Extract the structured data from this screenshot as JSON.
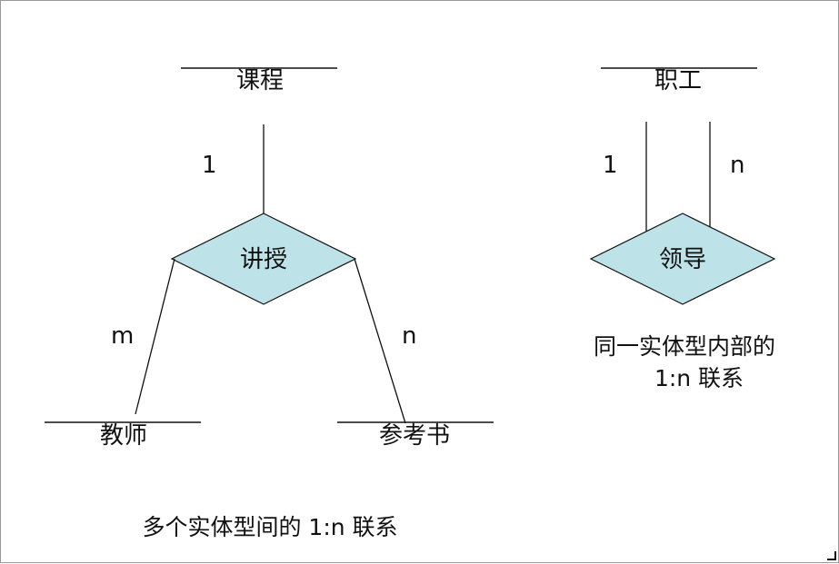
{
  "left_diagram": {
    "entity_top": "课程",
    "relationship": "讲授",
    "entity_left": "教师",
    "entity_right": "参考书",
    "card_top": "1",
    "card_left": "m",
    "card_right": "n",
    "caption": "多个实体型间的 1:n 联系"
  },
  "right_diagram": {
    "entity": "职工",
    "relationship": "领导",
    "card_left": "1",
    "card_right": "n",
    "caption_line1": "同一实体型内部的",
    "caption_line2": "1:n 联系"
  },
  "colors": {
    "diamond_fill": "#bde3e8",
    "line": "#111111"
  }
}
